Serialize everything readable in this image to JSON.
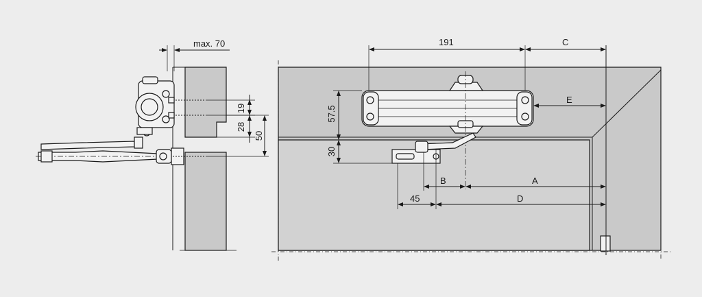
{
  "dimensions": {
    "max_70": "max. 70",
    "d19": "19",
    "d28": "28",
    "d50": "50",
    "d191": "191",
    "dC": "C",
    "d57_5": "57.5",
    "dE": "E",
    "d30": "30",
    "dB": "B",
    "dA": "A",
    "d45": "45",
    "dD": "D"
  }
}
